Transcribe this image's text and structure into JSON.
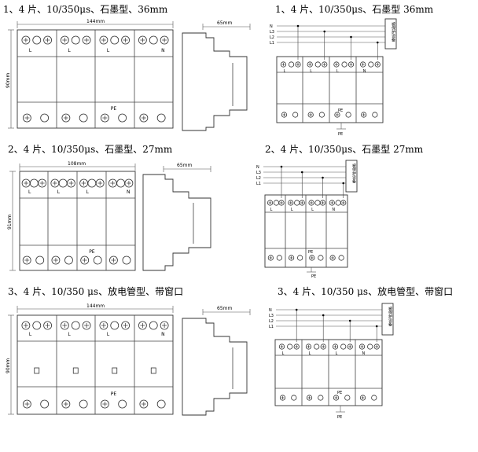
{
  "captions": {
    "row1_left": "1、4 片、10/350μs、石墨型、36mm",
    "row1_right": "1、4 片、10/350μs、石墨型 36mm",
    "row2_left": "2、4 片、10/350μs、石墨型、27mm",
    "row2_right": "2、4 片、10/350μs、石墨型 27mm",
    "row3_left": "3、4 片、10/350 μs、放电管型、带窗口",
    "row3_right": "3、4 片、10/350 μs、放电管型、带窗口"
  },
  "dimensions": {
    "w144": "144mm",
    "w108": "108mm",
    "w65": "65mm",
    "h90": "90mm",
    "h91": "91mm"
  },
  "labels": {
    "L": "L",
    "N": "N",
    "PE": "PE",
    "L1": "L1",
    "L2": "L2",
    "L3": "L3",
    "protected_equipment": "被保护设备"
  }
}
